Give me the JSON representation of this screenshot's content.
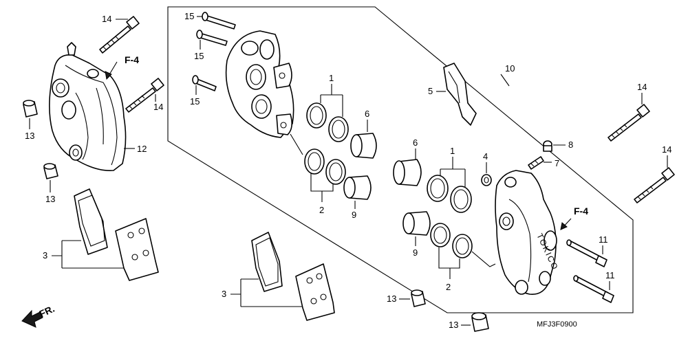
{
  "labels": {
    "p1": "1",
    "p2": "2",
    "p3": "3",
    "p4": "4",
    "p5": "5",
    "p6": "6",
    "p7": "7",
    "p8": "8",
    "p9": "9",
    "p10": "10",
    "p11": "11",
    "p12": "12",
    "p13": "13",
    "p14": "14",
    "p15": "15",
    "f4": "F-4",
    "fr": "FR.",
    "caliper_brand": "TOKICO",
    "diagram_code": "MFJ3F0900"
  }
}
